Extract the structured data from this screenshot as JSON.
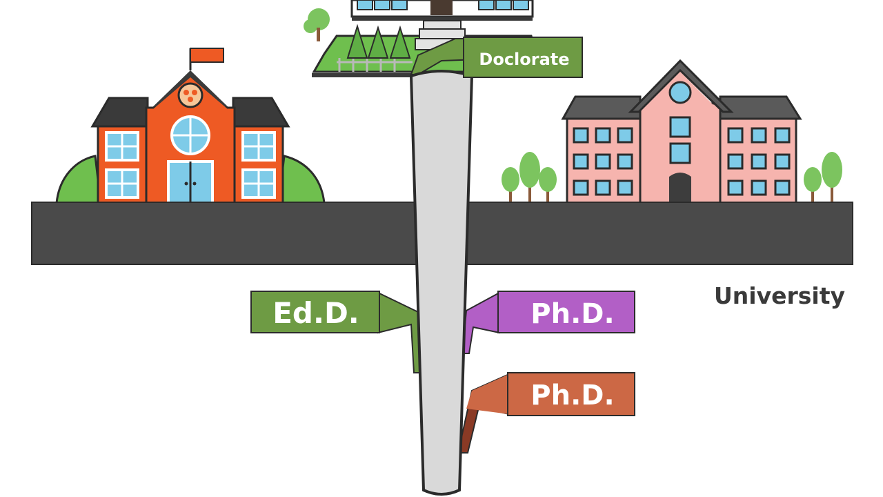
{
  "labels": {
    "doctorate": "Doclorate",
    "university": "University",
    "edd": "Ed.D.",
    "phd_purple": "Ph.D.",
    "phd_orange": "Ph.D."
  },
  "colors": {
    "road": "#4a4a4a",
    "shaft": "#d9d9d9",
    "green_sign": "#6e9b44",
    "purple_sign": "#b25fc6",
    "orange_sign": "#cc6845",
    "school_wall": "#ee5a24",
    "university_wall": "#f6b4ae",
    "roof": "#3a3a3a",
    "window": "#7ecbe8",
    "tree": "#7cc45f",
    "bush": "#6fbf4e"
  }
}
